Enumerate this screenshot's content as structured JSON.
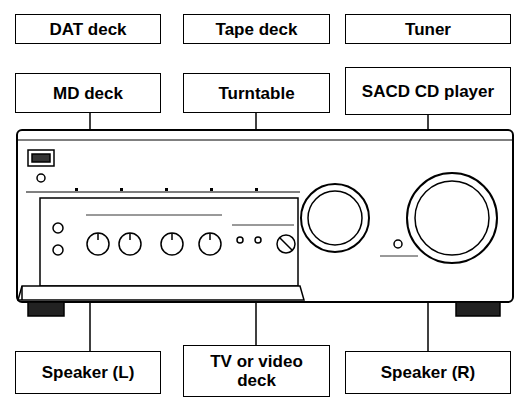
{
  "diagram": {
    "nodes": [
      {
        "text": [
          "DAT deck"
        ]
      },
      {
        "text": [
          "Tape deck"
        ]
      },
      {
        "text": [
          "Tuner"
        ]
      },
      {
        "text": [
          "MD deck"
        ]
      },
      {
        "text": [
          "Turntable"
        ]
      },
      {
        "text": [
          "SACD CD player"
        ]
      },
      {
        "text": [
          "Speaker (L)"
        ]
      },
      {
        "text": [
          "TV or video deck"
        ]
      },
      {
        "text": [
          "Speaker (R)"
        ]
      }
    ]
  }
}
